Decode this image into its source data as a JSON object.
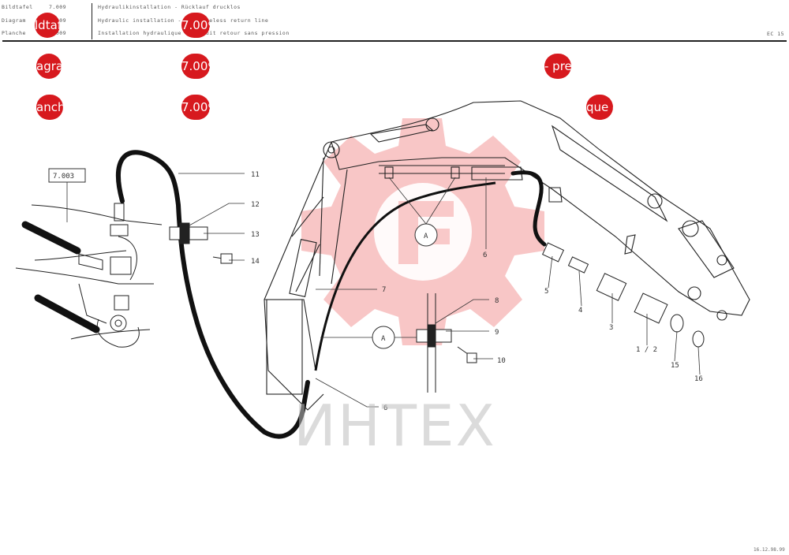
{
  "header": {
    "row_labels": [
      "Bildtafel",
      "Diagram",
      "Planche"
    ],
    "row_numbers": [
      "7.009",
      "7.009",
      "7.009"
    ],
    "descriptions": [
      "Hydraulikinstallation - Rücklauf drucklos",
      "Hydraulic installation - pressureless return line",
      "Installation hydraulique - circuit retour sans pression"
    ],
    "model": "EC 15",
    "date": "16.12.98.99"
  },
  "pills": [
    {
      "text": "ldtaf"
    },
    {
      "text": "7.009"
    },
    {
      "text": "agra"
    },
    {
      "text": "7.009"
    },
    {
      "text": "- pre"
    },
    {
      "text": "anch"
    },
    {
      "text": "7.009"
    },
    {
      "text": "que -"
    }
  ],
  "diagram": {
    "ref_box": "7.003",
    "detail_marker": "A",
    "part_labels": [
      "11",
      "12",
      "13",
      "14",
      "7",
      "8",
      "9",
      "10",
      "6",
      "6",
      "5",
      "4",
      "3",
      "1 / 2",
      "15",
      "16"
    ]
  },
  "watermark": "ИНТЕХ",
  "colors": {
    "accent": "#d7191e",
    "watermark": "#f08080"
  }
}
